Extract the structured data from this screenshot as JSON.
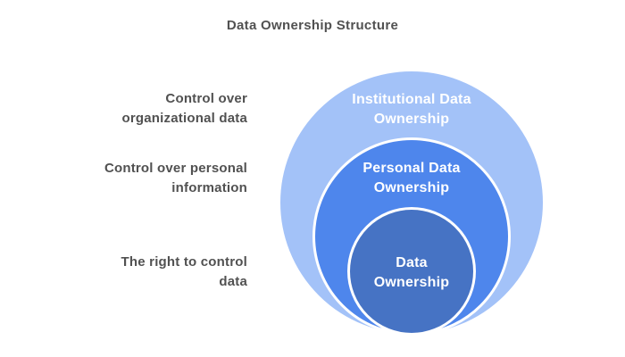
{
  "title": "Data Ownership Structure",
  "colors": {
    "outer_ring": "#a3c2f8",
    "middle_ring": "#4e86ec",
    "inner_ring": "#4673c4",
    "ring_border": "#ffffff",
    "ring_text": "#ffffff",
    "label_text": "#515151",
    "background": "#ffffff"
  },
  "diagram": {
    "type": "concentric-circles",
    "rings": [
      {
        "level": 1,
        "label": "Institutional Data\nOwnership",
        "side_label": "Control over\norganizational data",
        "color": "#a3c2f8"
      },
      {
        "level": 2,
        "label": "Personal Data\nOwnership",
        "side_label": "Control over personal\ninformation",
        "color": "#4e86ec"
      },
      {
        "level": 3,
        "label": "Data\nOwnership",
        "side_label": "The right to control\ndata",
        "color": "#4673c4"
      }
    ]
  }
}
